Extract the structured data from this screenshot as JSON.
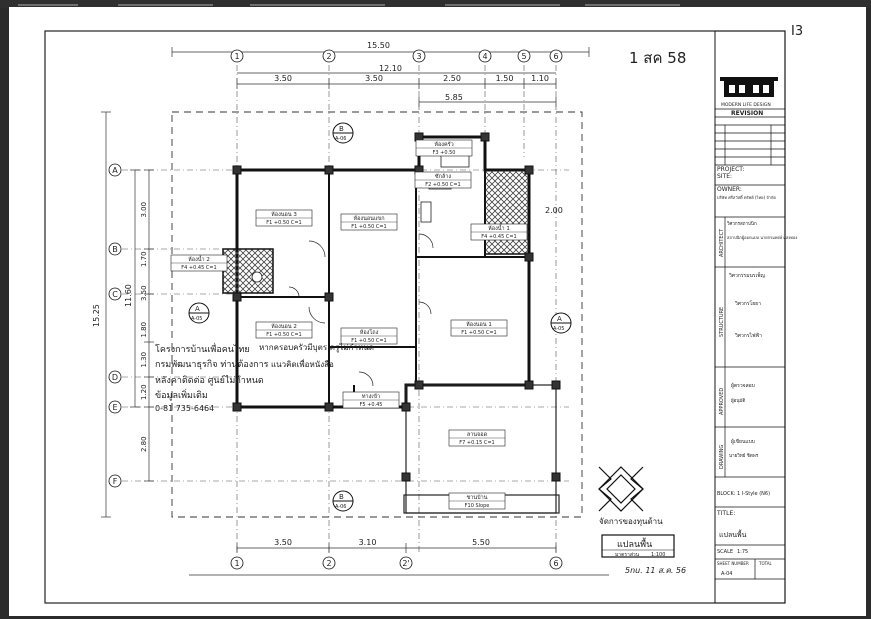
{
  "corner_mark": "I3",
  "handwritten_date": "1 สค 58",
  "signature_note": "5nu. 11 ส.ค. 56",
  "overall_dims": {
    "total_width": "15.50",
    "top_span": "12.10",
    "sub_span": "5.85",
    "depth": "15.25",
    "inner_depth": "11.60",
    "right_offset": "2.00"
  },
  "top_dims": [
    "3.50",
    "3.50",
    "2.50",
    "1.50",
    "1.10"
  ],
  "bottom_dims": [
    "3.50",
    "3.10",
    "5.50"
  ],
  "left_dims": [
    "3.00",
    "1.70",
    "3.50",
    "1.80",
    "1.30",
    "1.20",
    "2.80"
  ],
  "grid_columns_top": [
    "1",
    "2",
    "3",
    "4",
    "5",
    "6"
  ],
  "grid_columns_bottom": [
    "1",
    "2",
    "2'",
    "6"
  ],
  "grid_rows": [
    "A",
    "B",
    "C",
    "D",
    "E",
    "F"
  ],
  "rooms": [
    {
      "name": "ห้องนอน 3",
      "tag": "F1 +0.50  C=1"
    },
    {
      "name": "ห้องนอนแขก",
      "tag": "F1 +0.50  C=1"
    },
    {
      "name": "ห้องน้ำ 2",
      "tag": "F4 +0.45  C=1"
    },
    {
      "name": "ห้องนอน 2",
      "tag": "F1 +0.50  C=1"
    },
    {
      "name": "ห้องโถง",
      "tag": "F1 +0.50  C=1"
    },
    {
      "name": "ห้องนอน 1",
      "tag": "F1 +0.50  C=1"
    },
    {
      "name": "ห้องน้ำ 1",
      "tag": "F4 +0.45  C=1"
    },
    {
      "name": "ห้องครัว",
      "tag": "F3 +0.50"
    },
    {
      "name": "ซักล้าง",
      "tag": "F2 +0.50  C=1"
    },
    {
      "name": "ลานจอด",
      "tag": "F7 +0.15  C=1"
    },
    {
      "name": "ทางเข้า",
      "tag": "F5 +0.45"
    },
    {
      "name": "ชานบ้าน",
      "tag": "F10 Slope"
    }
  ],
  "section_markers": [
    {
      "letter": "A",
      "sheet": "A-05"
    },
    {
      "letter": "B",
      "sheet": "A-06"
    }
  ],
  "overprint_text": [
    "โครงการบ้านเพื่อคนไทย",
    "กรมพัฒนาธุรกิจ ท่านต้องการ",
    "หลังคาติดต่อ ศูนย์ไม่กำหนด",
    "ข้อมูลเพิ่มเติม",
    "0-81 735-6464"
  ],
  "overprint_mid": [
    "หากครอบครัวมีบุตร ครูไม่กำหนด",
    "แนวคิดเพื่อหนังสือ"
  ],
  "logo_caption": "จัดการของทุนด้าน",
  "plan_title_box": {
    "title": "แปลนพื้น",
    "label": "มาตราส่วน",
    "scale": "1:100"
  },
  "title_block": {
    "logo_caption": "MODERN LIFE DESIGN",
    "revision_header": "REVISION",
    "project_label": "PROJECT:",
    "site_label": "SITE:",
    "owner_label": "OWNER:",
    "owner_text": "บริษัท ศรีสวัสดิ์ ทรัพย์ (ไทย) จำกัด",
    "architect_label": "ARCHITECT",
    "architect_names": [
      "วิศวกรสถาปนิก",
      "สถาปนิกผู้ออกแบบ นายกรมพงษ์ แสงทอง"
    ],
    "structure_label": "STRUCTURE",
    "structure_names": [
      "วิศวกรรมนรเพ็ญ",
      "วิศวกรโยธา",
      "วิศวกรไฟฟ้า"
    ],
    "approved_label": "APPROVED",
    "approved_names": [
      "ผู้ตรวจสอบ",
      "ผู้อนุมัติ"
    ],
    "drawing_label": "DRAWING",
    "drawing_names": [
      "ผู้เขียนแบบ",
      "นายวิทย์ ชิตพร"
    ],
    "building_line": "BLOCK: 1  I-Style (N6)",
    "title_label": "TITLE:",
    "title_value": "แปลนพื้น",
    "scale_label": "SCALE",
    "scale_value": "1:75",
    "sheet_number_label": "SHEET NUMBER",
    "sheet_number_value": "A-04",
    "total_label": "TOTAL"
  }
}
